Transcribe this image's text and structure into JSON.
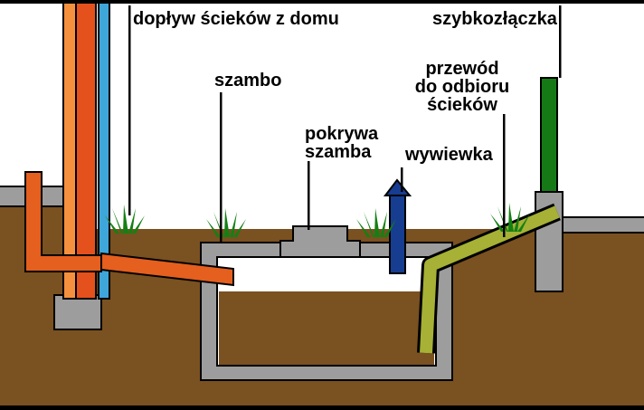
{
  "diagram": {
    "labels": {
      "inflow": "dopływ ścieków z domu",
      "quick_coupling": "szybkozłączka",
      "tank": "szambo",
      "collection_pipe": "przewód do odbioru ścieków",
      "cover": "pokrywa szamba",
      "vent": "wywiewka"
    },
    "colors": {
      "background": "#ffffff",
      "outline": "#000000",
      "ground": "#7a5120",
      "concrete": "#9d9d9d",
      "wall_orange_light": "#f5913e",
      "wall_orange": "#e5511c",
      "wall_blue": "#3fa6da",
      "pipe_orange": "#e55f1e",
      "vent_blue": "#173d91",
      "coupling_green": "#157a15",
      "hose_green": "#a6b135",
      "grass_green": "#148014"
    }
  }
}
